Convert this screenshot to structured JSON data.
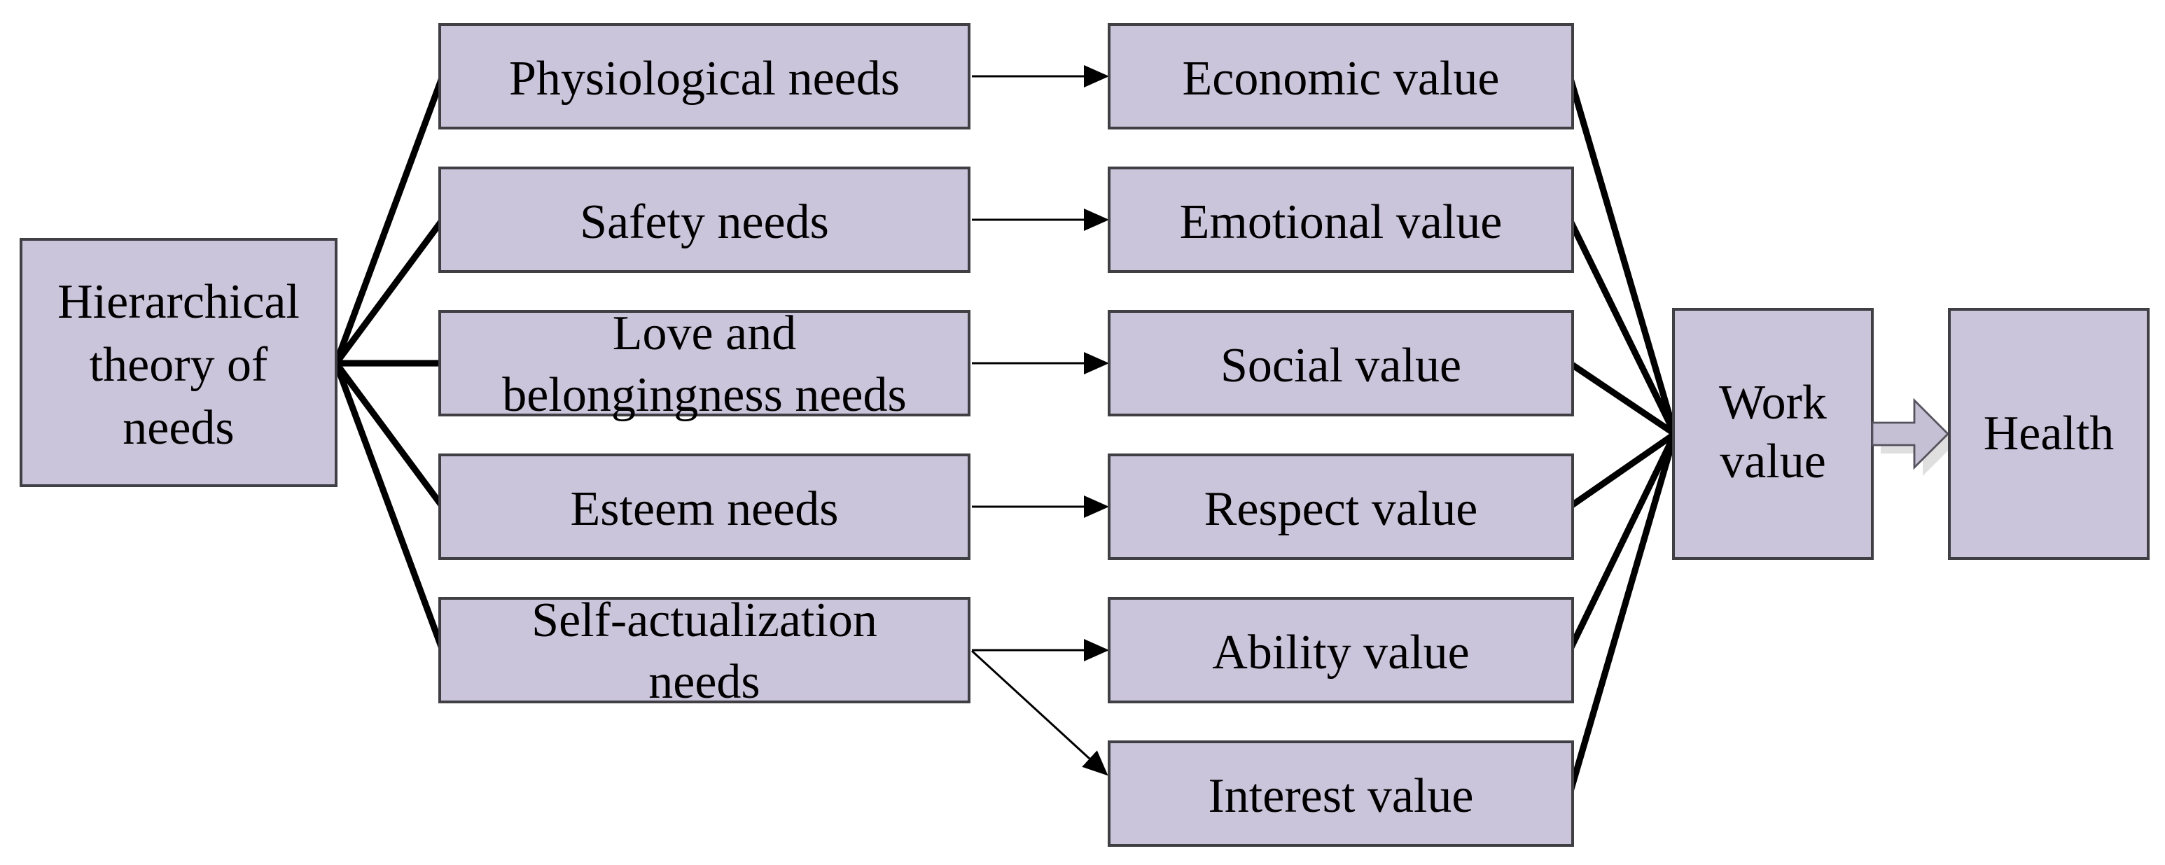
{
  "palette": {
    "background": "#FFFFFF",
    "box_fill": "#CBC5DB",
    "box_border": "#3F3F44",
    "connector": "#000000",
    "block_arrow_fill": "#C6C0D5",
    "block_arrow_border": "#56525E",
    "block_arrow_shadow": "#D9D9D9",
    "text": "#000000"
  },
  "nodes": {
    "source": {
      "label": "Hierarchical theory of needs",
      "lines": [
        "Hierarchical",
        "theory of",
        "needs"
      ]
    },
    "needs": [
      {
        "label": "Physiological needs",
        "lines": [
          "Physiological needs"
        ]
      },
      {
        "label": "Safety needs",
        "lines": [
          "Safety needs"
        ]
      },
      {
        "label": "Love and belongingness needs",
        "lines": [
          "Love and",
          "belongingness needs"
        ]
      },
      {
        "label": "Esteem needs",
        "lines": [
          "Esteem needs"
        ]
      },
      {
        "label": "Self-actualization needs",
        "lines": [
          "Self-actualization",
          "needs"
        ]
      }
    ],
    "values": [
      {
        "label": "Economic value"
      },
      {
        "label": "Emotional value"
      },
      {
        "label": "Social value"
      },
      {
        "label": "Respect value"
      },
      {
        "label": "Ability value"
      },
      {
        "label": "Interest value"
      }
    ],
    "work": {
      "label": "Work value",
      "lines": [
        "Work",
        "value"
      ]
    },
    "health": {
      "label": "Health"
    }
  },
  "connections": [
    {
      "from": "Hierarchical theory of needs",
      "to": "Physiological needs",
      "style": "thick-line"
    },
    {
      "from": "Hierarchical theory of needs",
      "to": "Safety needs",
      "style": "thick-line"
    },
    {
      "from": "Hierarchical theory of needs",
      "to": "Love and belongingness needs",
      "style": "thick-line"
    },
    {
      "from": "Hierarchical theory of needs",
      "to": "Esteem needs",
      "style": "thick-line"
    },
    {
      "from": "Hierarchical theory of needs",
      "to": "Self-actualization needs",
      "style": "thick-line"
    },
    {
      "from": "Physiological needs",
      "to": "Economic value",
      "style": "thin-arrow"
    },
    {
      "from": "Safety needs",
      "to": "Emotional value",
      "style": "thin-arrow"
    },
    {
      "from": "Love and belongingness needs",
      "to": "Social value",
      "style": "thin-arrow"
    },
    {
      "from": "Esteem needs",
      "to": "Respect value",
      "style": "thin-arrow"
    },
    {
      "from": "Self-actualization needs",
      "to": "Ability value",
      "style": "thin-arrow"
    },
    {
      "from": "Self-actualization needs",
      "to": "Interest value",
      "style": "thin-arrow"
    },
    {
      "from": "Economic value",
      "to": "Work value",
      "style": "thick-line"
    },
    {
      "from": "Emotional value",
      "to": "Work value",
      "style": "thick-line"
    },
    {
      "from": "Social value",
      "to": "Work value",
      "style": "thick-line"
    },
    {
      "from": "Respect value",
      "to": "Work value",
      "style": "thick-line"
    },
    {
      "from": "Ability value",
      "to": "Work value",
      "style": "thick-line"
    },
    {
      "from": "Interest value",
      "to": "Work value",
      "style": "thick-line"
    },
    {
      "from": "Work value",
      "to": "Health",
      "style": "block-arrow"
    }
  ]
}
